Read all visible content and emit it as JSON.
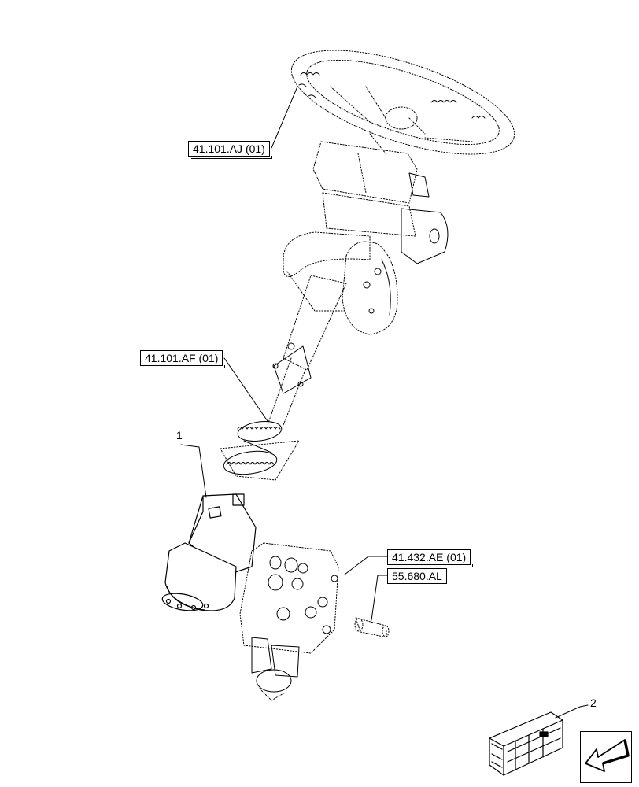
{
  "callouts": {
    "steering_wheel": "41.101.AJ (01)",
    "steering_column_joint": "41.101.AF (01)",
    "valve_block": "41.432.AE (01)",
    "fitting": "55.680.AL"
  },
  "items": {
    "steering_unit": "1",
    "crate": "2"
  },
  "icons": {
    "nav": "arrow-down-left-icon"
  }
}
